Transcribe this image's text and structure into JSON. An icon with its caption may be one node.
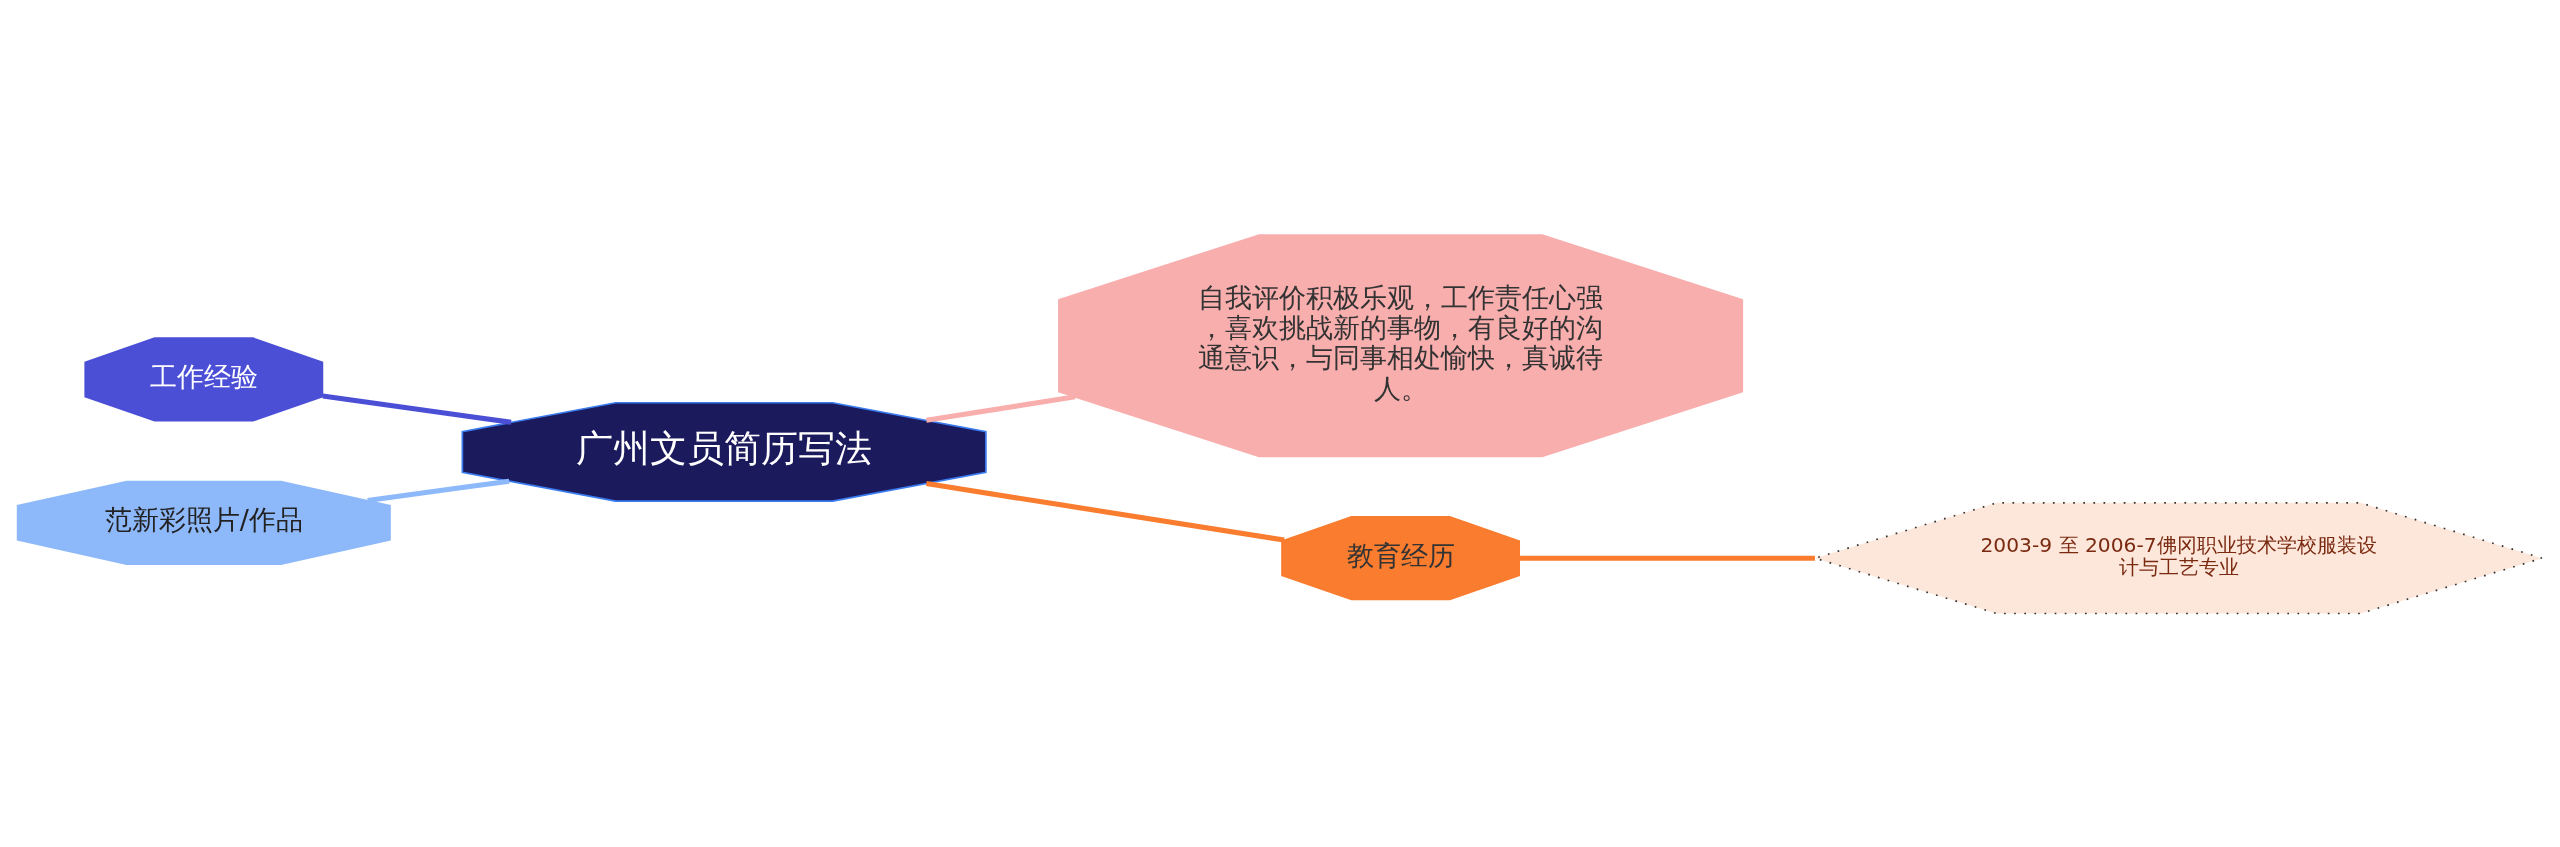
{
  "diagram": {
    "nodes": [
      {
        "text": [
          "广州文员简历写法"
        ]
      },
      {
        "text": [
          "工作经验"
        ]
      },
      {
        "text": [
          "范新彩照片/作品"
        ]
      },
      {
        "text": [
          "自我评价积极乐观，工作责任心强，喜欢挑战新的事物，有良好的沟通意识，与同事相处愉快，真诚待人。"
        ]
      },
      {
        "text": [
          "教育经历"
        ]
      },
      {
        "text": [
          "2003-9 至 2006-7佛冈职业技术学校服装设计与工艺专业"
        ]
      }
    ],
    "edges": [
      {
        "from": 0,
        "to": 1,
        "arrow": "none",
        "color": "#4b4fd6"
      },
      {
        "from": 0,
        "to": 2,
        "arrow": "none",
        "color": "#8db8fa"
      },
      {
        "from": 0,
        "to": 3,
        "arrow": "none",
        "color": "#f9aeae"
      },
      {
        "from": 0,
        "to": 4,
        "arrow": "none",
        "color": "#f97c2f"
      },
      {
        "from": 4,
        "to": 5,
        "arrow": "none",
        "color": "#f97c2f"
      }
    ]
  }
}
